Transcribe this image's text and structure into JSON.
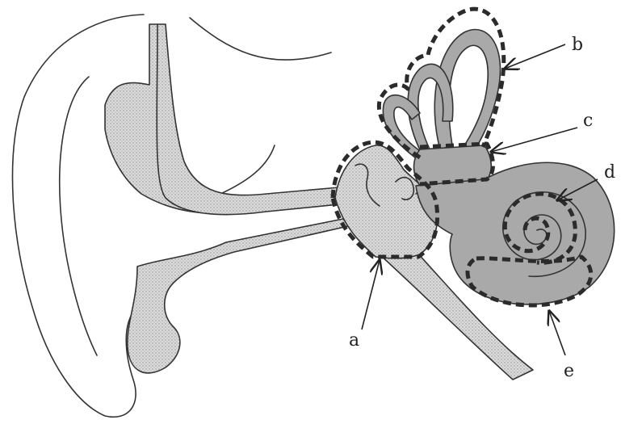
{
  "labels": {
    "a": "a",
    "b": "b",
    "c": "c",
    "d": "d",
    "e": "e"
  },
  "colors": {
    "line": "#333333",
    "stipple": "#cfcfcf",
    "inner_ear_fill": "#a9a9a9",
    "dashed_outline": "#2b2b2b"
  }
}
